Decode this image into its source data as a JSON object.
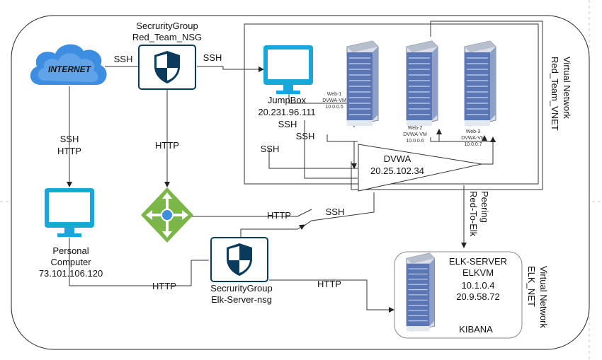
{
  "internet": {
    "label": "INTERNET"
  },
  "red_nsg": {
    "line1": "SecrurityGroup",
    "line2": "Red_Team_NSG"
  },
  "jumpbox": {
    "title": "JumpBox",
    "ip": "20.231.96.111"
  },
  "web1": {
    "name": "Web-1",
    "vm": "DVWA-VM",
    "ip": "10.0.0.5"
  },
  "web2": {
    "name": "Web-2",
    "vm": "DVWA-VM",
    "ip": "10.0.0.6"
  },
  "web3": {
    "name": "Web-3",
    "vm": "DVWA-VM",
    "ip": "10.0.0.7"
  },
  "dvwa": {
    "title": "DVWA",
    "ip": "20.25.102.34"
  },
  "red_vnet": {
    "line1": "Virtual Network",
    "line2": "Red_Team_VNET"
  },
  "personal": {
    "line1": "Personal",
    "line2": "Computer",
    "ip": "73.101.106.120"
  },
  "elk_nsg": {
    "line1": "SecrurityGroup",
    "line2": "Elk-Server-nsg"
  },
  "elk": {
    "name": "ELK-SERVER",
    "vm": "ELKVM",
    "ip1": "10.1.0.4",
    "ip2": "20.9.58.72",
    "app": "KIBANA"
  },
  "elk_vnet": {
    "line1": "Virtual Network",
    "line2": "ELK_NET"
  },
  "peering": {
    "line1": "Peering",
    "line2": "Red-To-Elk"
  },
  "edges": {
    "ssh_internet_nsg": "SSH",
    "ssh_nsg_jump": "SSH",
    "ssh_internet_pc": "SSH",
    "http_internet_pc": "HTTP",
    "http_nsg_gateway": "HTTP",
    "ssh_jump_a": "SSH",
    "ssh_jump_b": "SSH",
    "ssh_jump_c": "SSH",
    "http_gateway": "HTTP",
    "ssh_gateway": "SSH",
    "http_pc_elknsg": "HTTP",
    "http_elknsg_elk": "HTTP"
  },
  "colors": {
    "screen": "#17a8d8",
    "nsg_dark": "#0a3a5c",
    "server_blue": "#5b76b4",
    "gateway_green": "#7ab648",
    "cloud": "#3d8ee0"
  }
}
